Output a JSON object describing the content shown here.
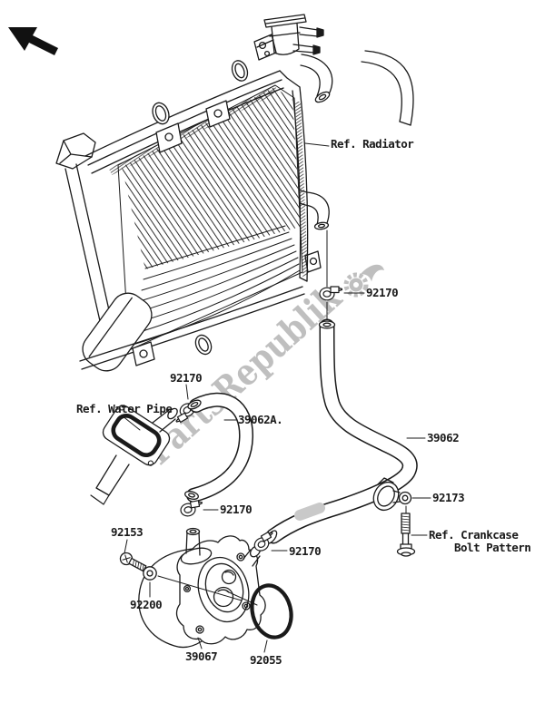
{
  "watermark": {
    "text": "PartsRepublik",
    "color": "#b5b5b5"
  },
  "colors": {
    "background": "#ffffff",
    "line": "#1a1a1a",
    "label_text": "#1a1a1a",
    "watermark": "#b5b5b5",
    "hose_band": "#c9c9c9"
  },
  "icons": {
    "direction_arrow": "up-left-arrow",
    "brand_gear": "gear-with-pennant"
  },
  "labels": {
    "ref_radiator": "Ref. Radiator",
    "part_92170_radiator_hose": "92170",
    "part_92170_water_pipe": "92170",
    "ref_water_pipe": "Ref. Water Pipe",
    "part_39062a": "39062A.",
    "part_39062": "39062",
    "part_92173": "92173",
    "ref_crankcase_line1": "Ref. Crankcase",
    "ref_crankcase_line2": "Bolt Pattern",
    "part_92170_cooler_top": "92170",
    "part_92170_cooler_right": "92170",
    "part_92153": "92153",
    "part_92200": "92200",
    "part_39067": "39067",
    "part_92055": "92055"
  }
}
